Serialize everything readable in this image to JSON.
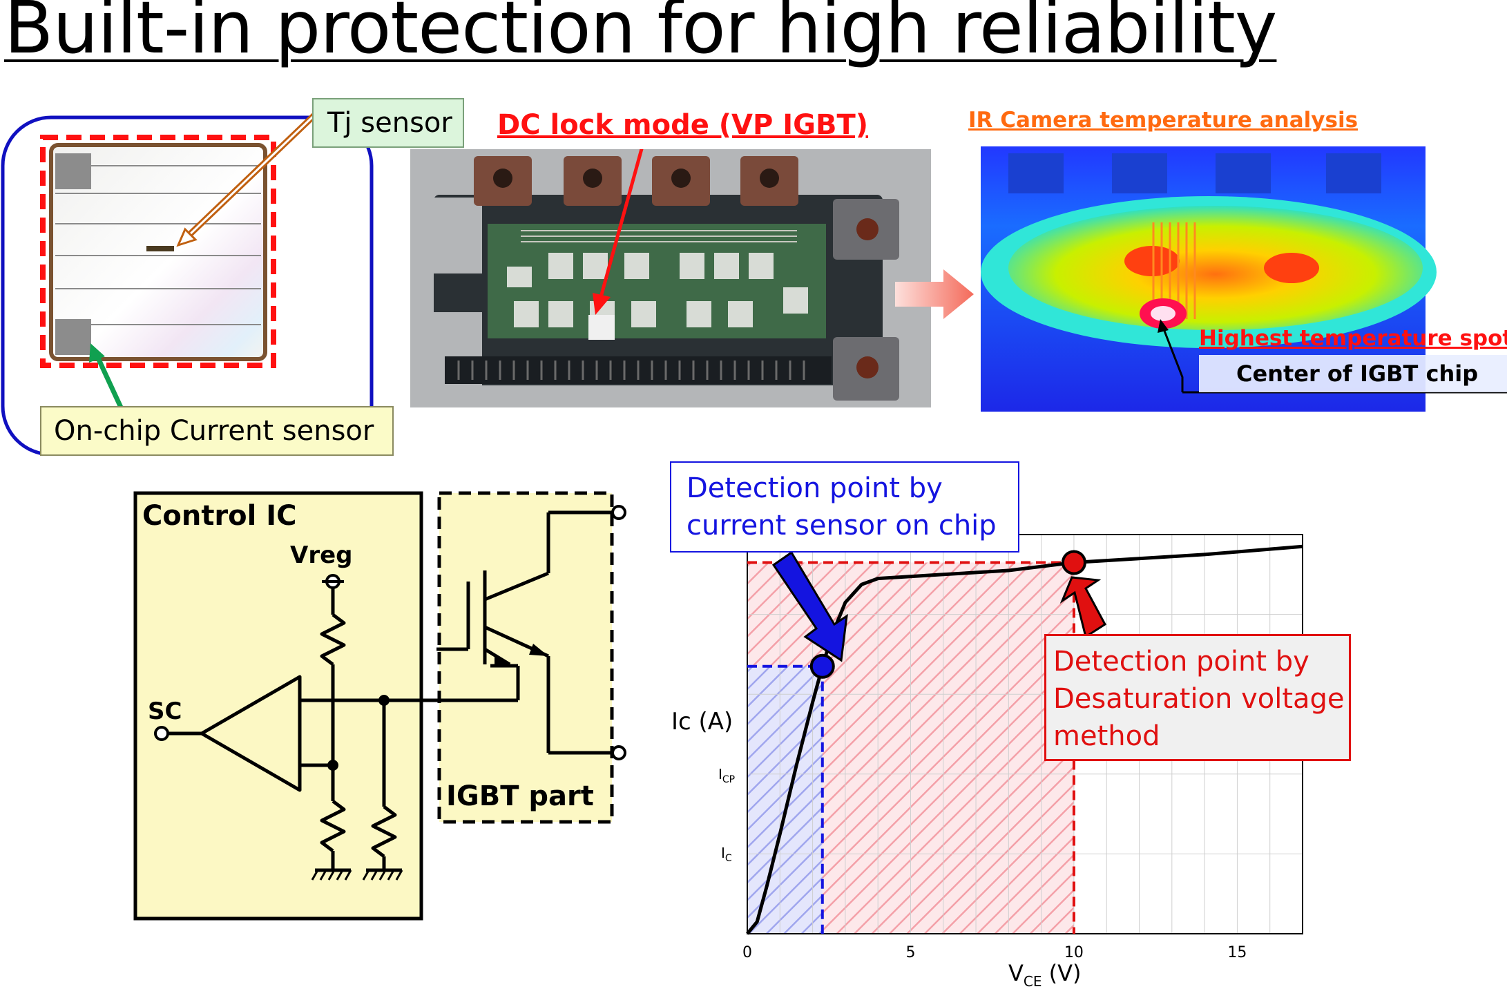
{
  "title": "Built-in protection for high reliability",
  "chip_photo": {
    "tj_sensor_label": "Tj sensor",
    "current_sensor_label": "On-chip Current sensor"
  },
  "module_photo": {
    "caption": "DC lock mode (VP IGBT)"
  },
  "ir_image": {
    "caption": "IR Camera temperature analysis",
    "hotspot_label": "Highest temperature spot",
    "hotspot_sublabel": "Center of IGBT chip"
  },
  "circuit": {
    "control_ic_label": "Control IC",
    "vreg_label": "Vreg",
    "sc_label": "SC",
    "igbt_part_label": "IGBT part"
  },
  "detection": {
    "current_sensor_box": [
      "Detection point by",
      "current sensor on chip"
    ],
    "desat_box": [
      "Detection point by",
      "Desaturation voltage",
      "method"
    ]
  },
  "colors": {
    "blue_frame": "#1010c0",
    "red_dash": "#ff1111",
    "callout_green": "#dcf5dc",
    "callout_yellow": "#fbfbc8",
    "circuit_fill": "#fcf8c4",
    "current_blue": "#1414e0",
    "desat_red": "#e01010"
  },
  "chart_data": {
    "type": "line",
    "xlabel": "V_CE (V)",
    "ylabel": "Ic (A)",
    "xlim": [
      0,
      17
    ],
    "x_ticks": [
      0,
      5,
      10,
      15
    ],
    "y_tick_labels": [
      "I_CP",
      "I_C"
    ],
    "grid": true,
    "series": [
      {
        "x": [
          0.0,
          0.3,
          0.6,
          1.0,
          1.5,
          2.0,
          2.3,
          2.6,
          3.0,
          3.5,
          4.0,
          6.0,
          8.0,
          10.0,
          12.0,
          14.0,
          17.0
        ],
        "y": [
          0.0,
          0.03,
          0.12,
          0.25,
          0.42,
          0.58,
          0.67,
          0.75,
          0.83,
          0.875,
          0.89,
          0.9,
          0.91,
          0.93,
          0.94,
          0.95,
          0.97
        ]
      }
    ],
    "annotations": [
      {
        "label": "Detection point by current sensor on chip",
        "x": 2.3,
        "y": 0.67
      },
      {
        "label": "Detection point by Desaturation voltage method",
        "x": 10.0,
        "y": 0.93
      }
    ]
  }
}
